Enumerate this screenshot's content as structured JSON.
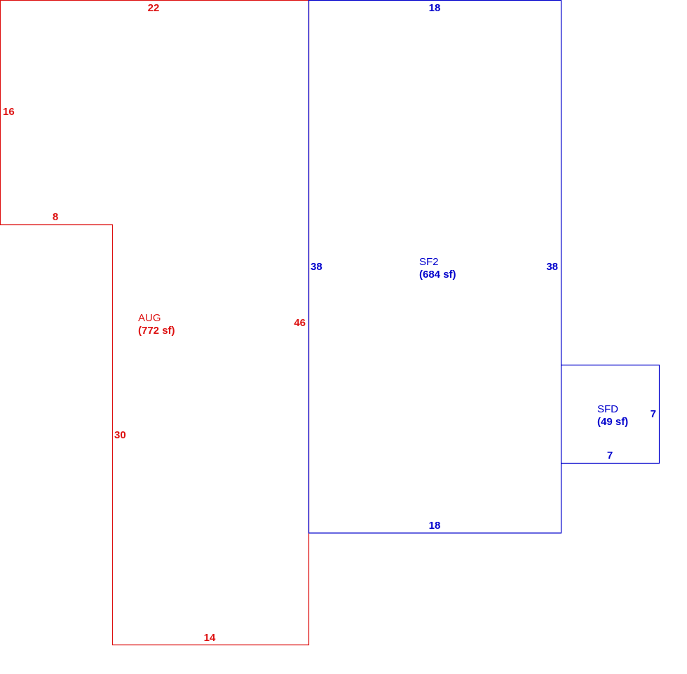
{
  "colors": {
    "red": "#dd1111",
    "blue": "#0000cc"
  },
  "areas": {
    "aug": {
      "name": "AUG",
      "area": "(772 sf)"
    },
    "sf2": {
      "name": "SF2",
      "area": "(684 sf)"
    },
    "sfd": {
      "name": "SFD",
      "area": "(49 sf)"
    }
  },
  "dimensions": {
    "aug_top": "22",
    "aug_left_upper": "16",
    "aug_step": "8",
    "aug_left_lower": "30",
    "aug_bottom": "14",
    "aug_right": "46",
    "sf2_top": "18",
    "sf2_left": "38",
    "sf2_right": "38",
    "sf2_bottom": "18",
    "sfd_right": "7",
    "sfd_bottom": "7"
  }
}
